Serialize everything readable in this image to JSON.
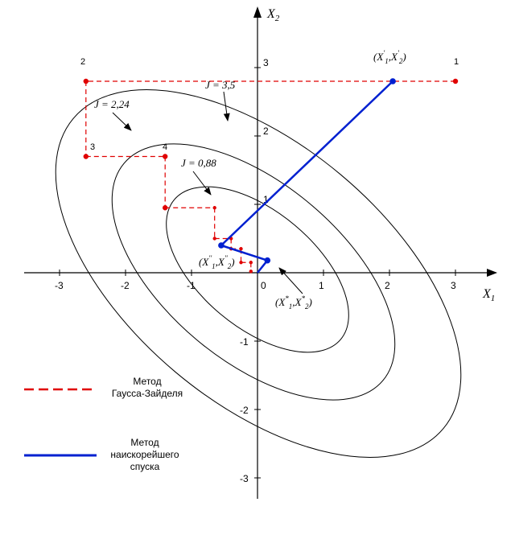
{
  "axes": {
    "x_label": "X",
    "x_label_sub": "1",
    "y_label": "X",
    "y_label_sub": "2",
    "x_ticks": [
      "-3",
      "-2",
      "-1",
      "0",
      "1",
      "2",
      "3"
    ],
    "y_ticks": [
      "-3",
      "-2",
      "-1",
      "1",
      "2",
      "3"
    ]
  },
  "contours": [
    {
      "label": "J = 3,5",
      "level": 3.5
    },
    {
      "label": "J = 2,24",
      "level": 2.24
    },
    {
      "label": "J = 0,88",
      "level": 0.88
    }
  ],
  "gauss_seidel": {
    "path": [
      [
        3.0,
        2.8
      ],
      [
        -2.6,
        2.8
      ],
      [
        -2.6,
        1.7
      ],
      [
        -1.4,
        1.7
      ],
      [
        -1.4,
        0.95
      ],
      [
        -0.65,
        0.95
      ],
      [
        -0.65,
        0.5
      ],
      [
        -0.4,
        0.5
      ],
      [
        -0.4,
        0.35
      ],
      [
        -0.25,
        0.35
      ],
      [
        -0.25,
        0.15
      ],
      [
        -0.1,
        0.15
      ],
      [
        -0.1,
        0.02
      ]
    ],
    "step_labels": [
      "1",
      "2",
      "3",
      "4"
    ]
  },
  "steepest_descent": {
    "path": [
      [
        2.05,
        2.8
      ],
      [
        -0.55,
        0.4
      ],
      [
        0.15,
        0.18
      ],
      [
        0.0,
        0.0
      ]
    ]
  },
  "points": {
    "start": {
      "main": "X",
      "sub1": "1",
      "sub2": "2",
      "sup": "'"
    },
    "mid": {
      "main": "X",
      "sub1": "1",
      "sub2": "2",
      "sup": "''"
    },
    "end": {
      "main": "X",
      "sub1": "1",
      "sub2": "2",
      "sup": "*"
    }
  },
  "legend": {
    "gauss_line1": "Метод",
    "gauss_line2": "Гаусса-Зайделя",
    "steep_line1": "Метод",
    "steep_line2": "наискорейшего",
    "steep_line3": "спуска",
    "gauss_color": "#e00000",
    "steep_color": "#0020d0"
  }
}
